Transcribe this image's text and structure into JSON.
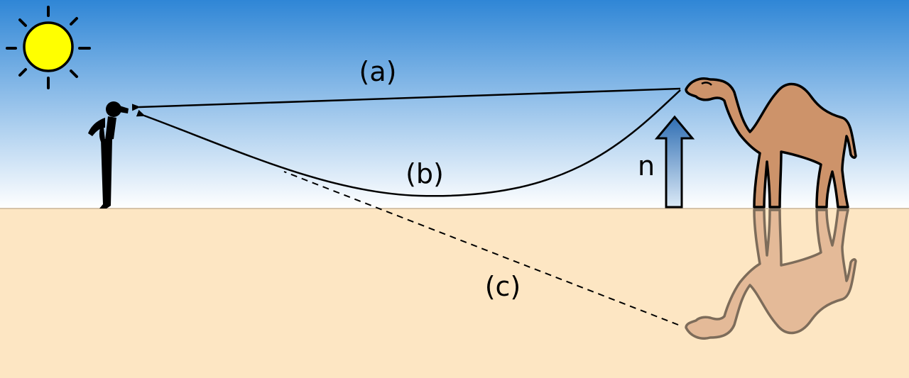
{
  "labels": {
    "ray_direct": "(a)",
    "ray_refracted": "(b)",
    "ray_apparent": "(c)",
    "refractive_index": "n"
  },
  "colors": {
    "sky_top": "#2f86d6",
    "sky_bottom": "#ffffff",
    "ground": "#fde6c3",
    "sun": "#ffff00",
    "person": "#000000",
    "camel": "#cd936a",
    "camel_outline": "#000000",
    "mirage": "#e3b896",
    "mirage_outline": "#776655",
    "gradient_arrow_top": "#2f6eb3",
    "gradient_arrow_bottom": "#dceaf7"
  }
}
